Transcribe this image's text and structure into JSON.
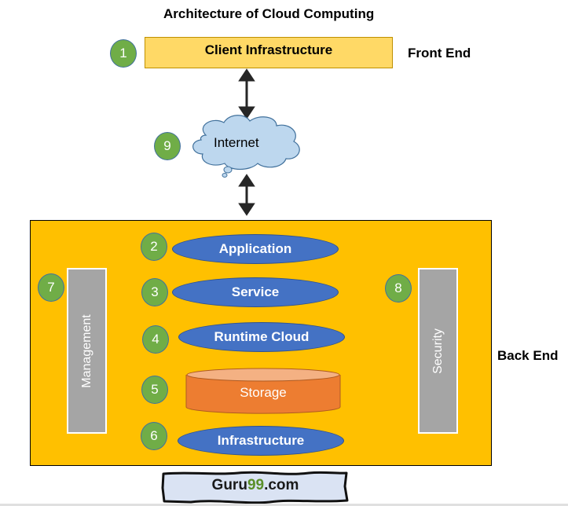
{
  "title": "Architecture of Cloud Computing",
  "front_end": {
    "label": "Front End",
    "client": {
      "number": "1",
      "label": "Client Infrastructure"
    }
  },
  "internet": {
    "number": "9",
    "label": "Internet"
  },
  "back_end": {
    "label": "Back End",
    "layers": [
      {
        "number": "2",
        "label": "Application",
        "shape": "ellipse",
        "color": "#4472c4"
      },
      {
        "number": "3",
        "label": "Service",
        "shape": "ellipse",
        "color": "#4472c4"
      },
      {
        "number": "4",
        "label": "Runtime Cloud",
        "shape": "ellipse",
        "color": "#4472c4"
      },
      {
        "number": "5",
        "label": "Storage",
        "shape": "cylinder",
        "color": "#ed7d31"
      },
      {
        "number": "6",
        "label": "Infrastructure",
        "shape": "ellipse",
        "color": "#4472c4"
      }
    ],
    "management": {
      "number": "7",
      "label": "Management"
    },
    "security": {
      "number": "8",
      "label": "Security"
    }
  },
  "watermark": {
    "prefix": "Guru",
    "highlight": "99",
    "suffix": ".com"
  },
  "colors": {
    "backend_fill": "#ffc000",
    "client_fill": "#ffd966",
    "number_badge": "#70ad47",
    "side_bar": "#a5a5a5",
    "cloud_fill": "#bdd7ee"
  }
}
